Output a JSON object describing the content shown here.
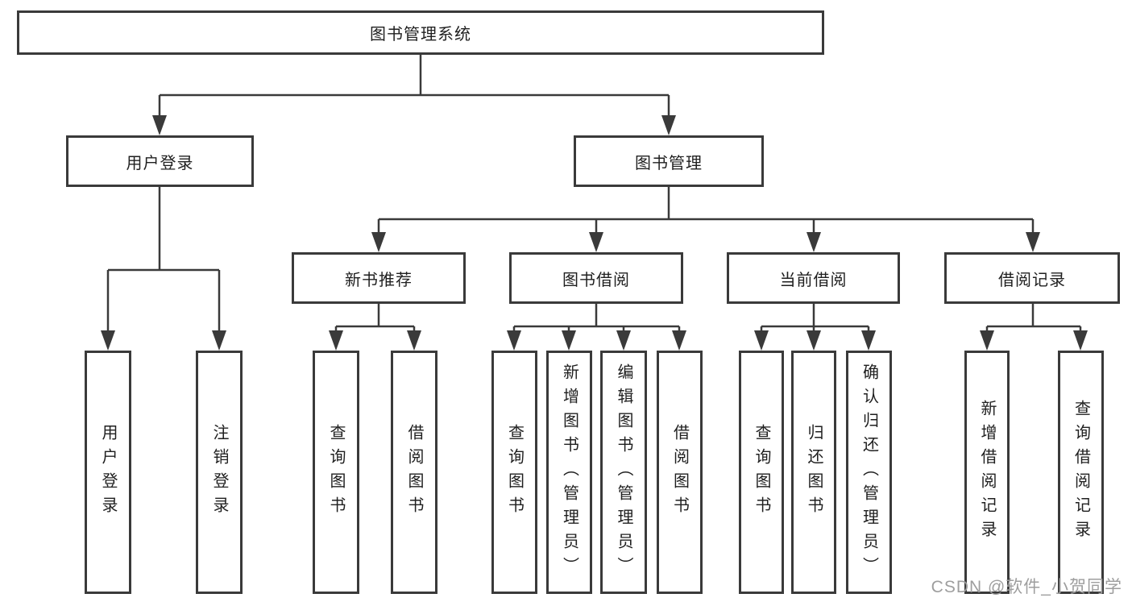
{
  "diagram": {
    "title": "图书管理系统",
    "root_label": "图书管理系统",
    "level2": {
      "user_login_label": "用户登录",
      "book_management_label": "图书管理"
    },
    "level3": {
      "new_book_recommend_label": "新书推荐",
      "book_borrow_label": "图书借阅",
      "current_borrow_label": "当前借阅",
      "borrow_records_label": "借阅记录"
    },
    "leaves": {
      "user_login": [
        "用户登录",
        "注销登录"
      ],
      "new_book_recommend": [
        "查询图书",
        "借阅图书"
      ],
      "book_borrow": [
        "查询图书",
        "新增图书（管理员）",
        "编辑图书（管理员）",
        "借阅图书"
      ],
      "current_borrow": [
        "查询图书",
        "归还图书",
        "确认归还（管理员）"
      ],
      "borrow_records": [
        "新增借阅记录",
        "查询借阅记录"
      ]
    }
  },
  "watermark": {
    "text": "CSDN @软件_小贺同学"
  },
  "colors": {
    "line": "#3a3a3a",
    "box_border": "#3a3a3a",
    "text": "#1f1f1f",
    "background": "#ffffff",
    "watermark": "#9e9e9e"
  }
}
